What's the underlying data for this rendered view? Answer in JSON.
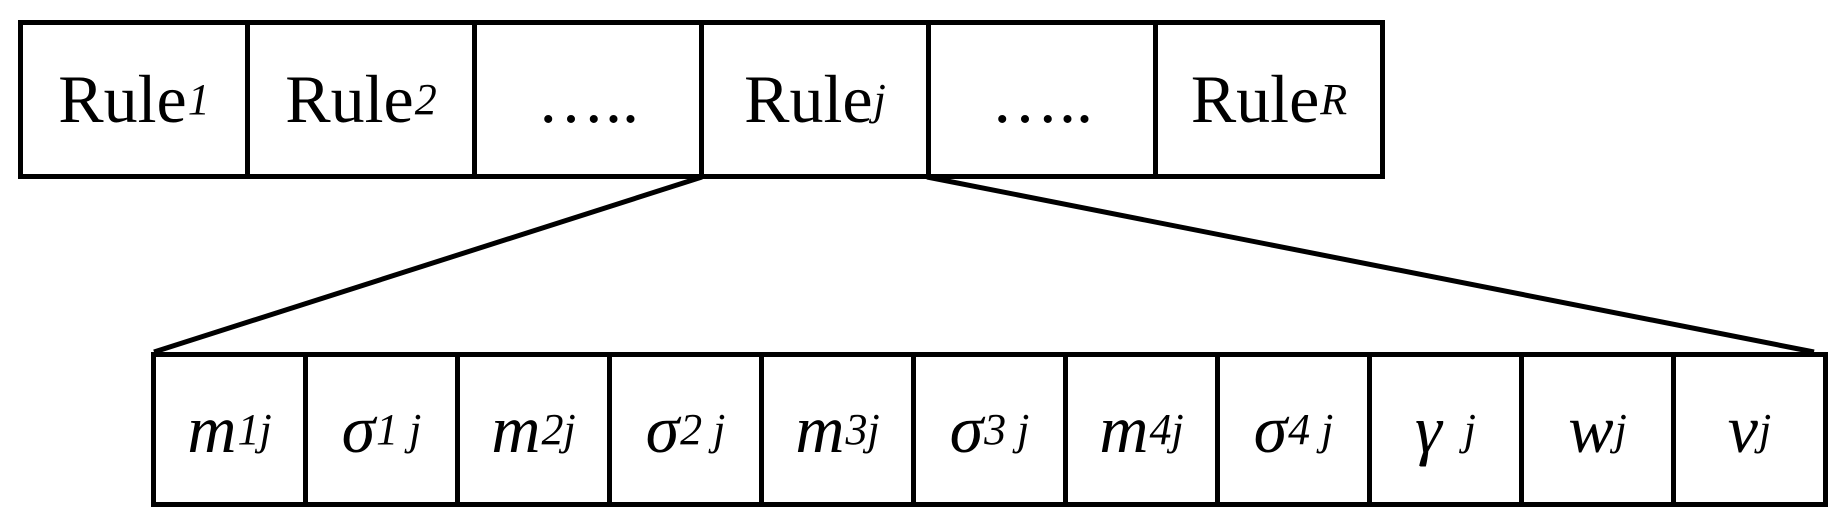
{
  "rules": [
    {
      "base": "Rule",
      "sub": "1"
    },
    {
      "base": "Rule",
      "sub": "2"
    },
    {
      "base": "…..",
      "sub": ""
    },
    {
      "base": "Rule",
      "sub": "j"
    },
    {
      "base": "…..",
      "sub": ""
    },
    {
      "base": "Rule",
      "sub": "R"
    }
  ],
  "params": [
    {
      "base": "m",
      "sub": "1j",
      "greek": false
    },
    {
      "base": "σ",
      "sub": "1 j",
      "greek": true
    },
    {
      "base": "m",
      "sub": "2j",
      "greek": false
    },
    {
      "base": "σ",
      "sub": "2 j",
      "greek": true
    },
    {
      "base": "m",
      "sub": "3j",
      "greek": false
    },
    {
      "base": "σ",
      "sub": "3 j",
      "greek": true
    },
    {
      "base": "m",
      "sub": "4j",
      "greek": false
    },
    {
      "base": "σ",
      "sub": "4 j",
      "greek": true
    },
    {
      "base": "γ",
      "sub": "j",
      "greek": true
    },
    {
      "base": "w",
      "sub": "j",
      "greek": false
    },
    {
      "base": "v",
      "sub": "j",
      "greek": false
    }
  ],
  "expanded_rule_index": 3
}
